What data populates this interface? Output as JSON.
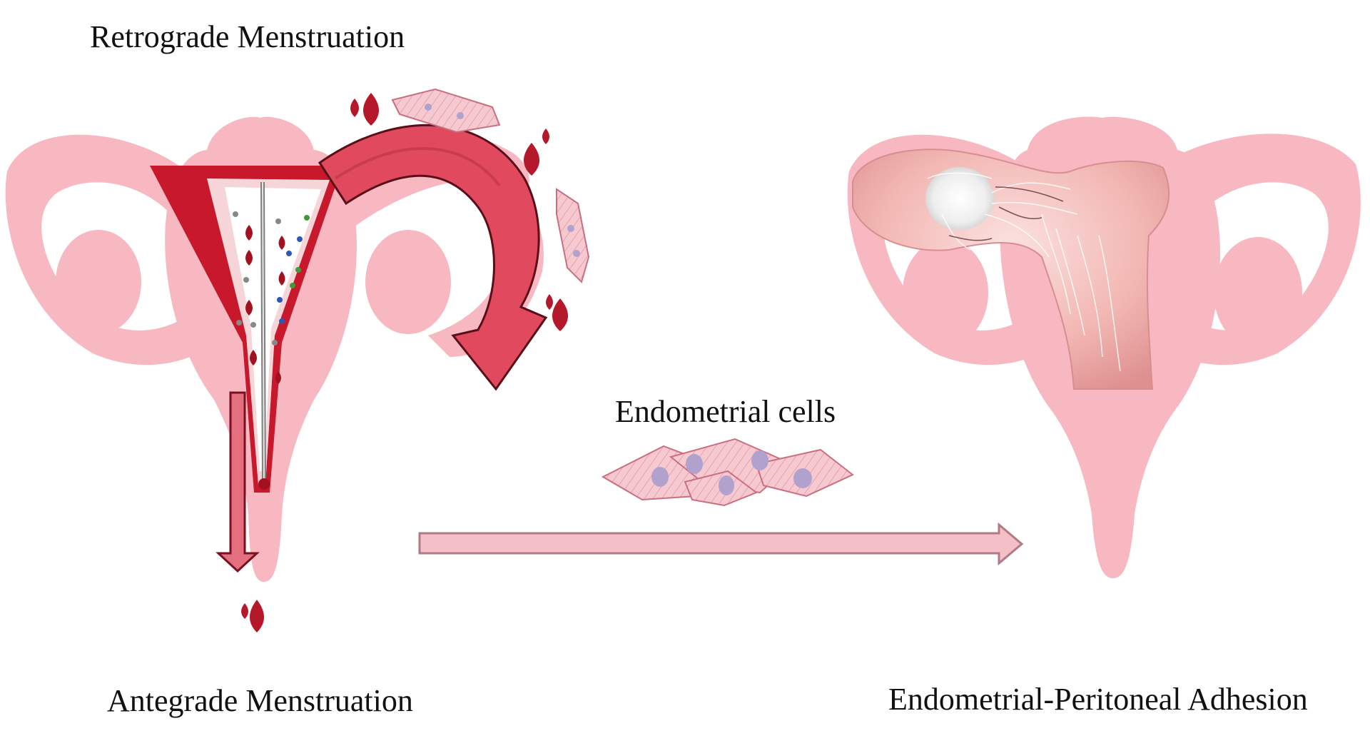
{
  "labels": {
    "retrograde": "Retrograde Menstruation",
    "antegrade": "Antegrade Menstruation",
    "endometrial_cells": "Endometrial cells",
    "adhesion": "Endometrial-Peritoneal Adhesion"
  },
  "colors": {
    "uterus_pink": "#f7b8c2",
    "blood_red": "#b5172b",
    "arrow_curved": "#e14a5e",
    "arrow_curved_light": "#f26a7d",
    "arrow_down": "#e46f7f",
    "arrow_long": "#f3c0c8",
    "cell_fill": "#f2bfc8",
    "nucleus": "#b0a2cc"
  }
}
